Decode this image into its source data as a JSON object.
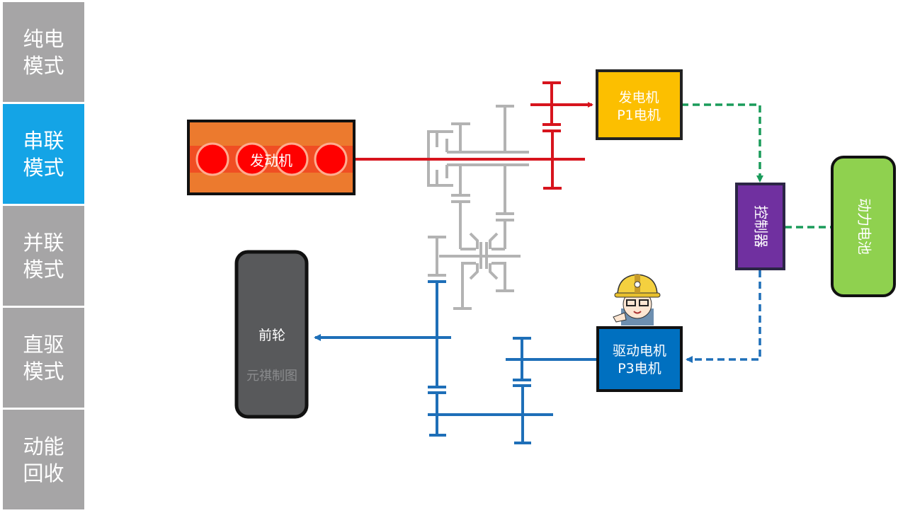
{
  "sidebar": {
    "active_index": 1,
    "items": [
      {
        "label": "纯电模式",
        "line1": "纯电",
        "line2": "模式"
      },
      {
        "label": "串联模式",
        "line1": "串联",
        "line2": "模式"
      },
      {
        "label": "并联模式",
        "line1": "并联",
        "line2": "模式"
      },
      {
        "label": "直驱模式",
        "line1": "直驱",
        "line2": "模式"
      },
      {
        "label": "动能回收",
        "line1": "动能",
        "line2": "回收"
      }
    ]
  },
  "diagram": {
    "engine": {
      "label": "发动机",
      "cylinders": 4
    },
    "generator": {
      "line1": "发电机",
      "line2": "P1电机"
    },
    "controller": {
      "label": "控制器"
    },
    "battery": {
      "label": "动力电池"
    },
    "drive_motor": {
      "line1": "驱动电机",
      "line2": "P3电机"
    },
    "front_wheel": {
      "label": "前轮",
      "watermark": "元祺制图"
    },
    "mascot": {
      "description": "engineer-with-helmet"
    },
    "colors": {
      "active_mode": "#14a4e6",
      "inactive_mode": "#a6a5a6",
      "engine_path": "#d7141d",
      "drive_path": "#1e6fb8",
      "idle_gear": "#b3b3b3",
      "electric_generate": "#1a9b5a",
      "electric_drive": "#1e6fb8",
      "engine_box": "#ec7a2e",
      "generator_box": "#fcbf00",
      "controller_box": "#7030a0",
      "battery_box": "#8fd14f",
      "motor_box": "#0070c0",
      "wheel_box": "#58595b"
    }
  }
}
